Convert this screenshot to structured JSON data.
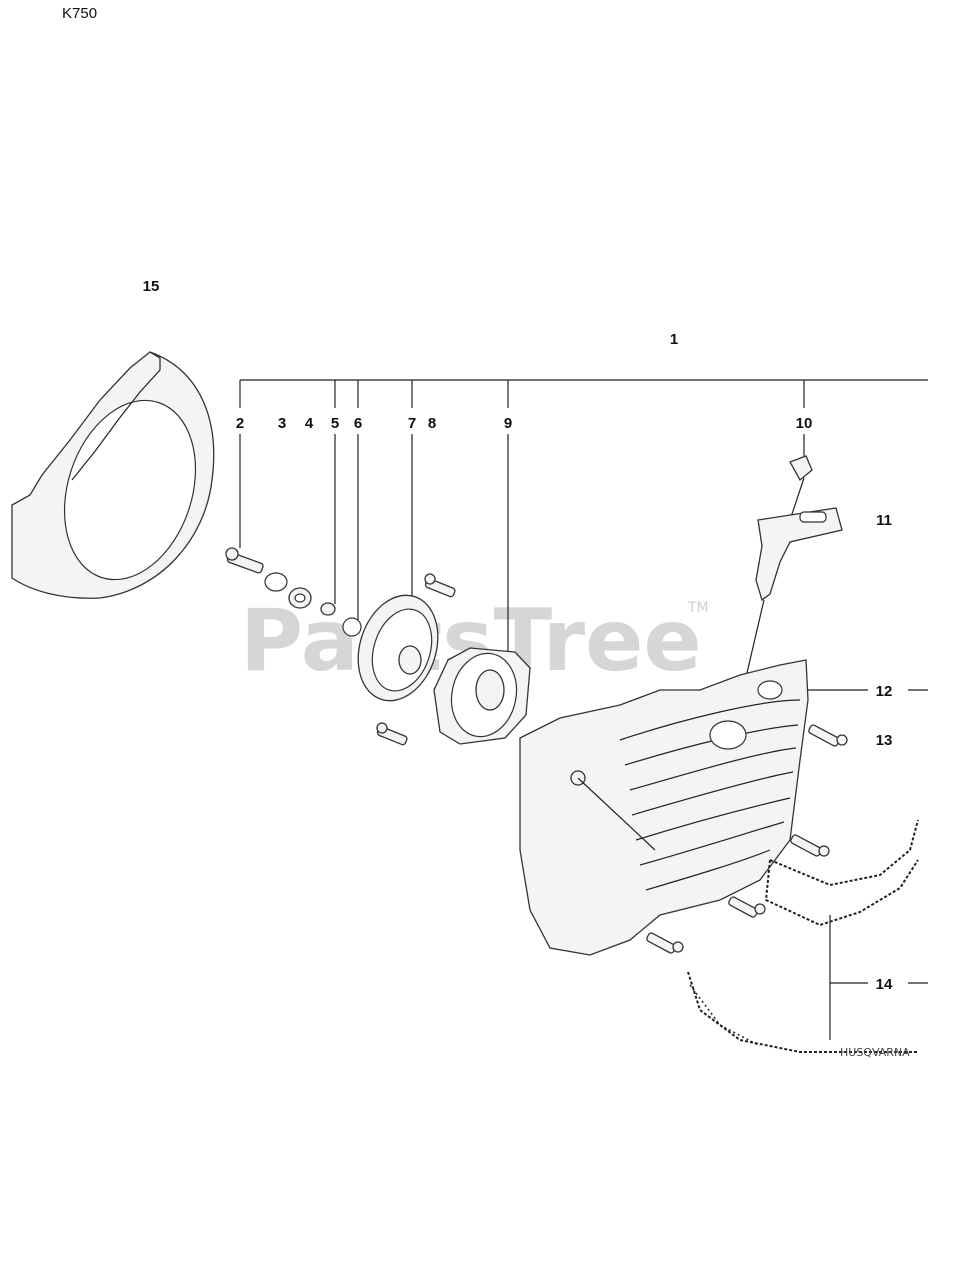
{
  "header": {
    "model": "K750"
  },
  "watermark": {
    "text": "PartsTree",
    "tm": "TM"
  },
  "brand_mark": "HUSQVARNA",
  "callouts": [
    {
      "id": "1",
      "label": "1"
    },
    {
      "id": "2",
      "label": "2"
    },
    {
      "id": "3",
      "label": "3"
    },
    {
      "id": "4",
      "label": "4"
    },
    {
      "id": "5",
      "label": "5"
    },
    {
      "id": "6",
      "label": "6"
    },
    {
      "id": "7",
      "label": "7"
    },
    {
      "id": "8",
      "label": "8"
    },
    {
      "id": "9",
      "label": "9"
    },
    {
      "id": "10",
      "label": "10"
    },
    {
      "id": "11",
      "label": "11"
    },
    {
      "id": "12",
      "label": "12"
    },
    {
      "id": "13",
      "label": "13"
    },
    {
      "id": "14",
      "label": "14"
    },
    {
      "id": "15",
      "label": "15"
    }
  ],
  "colors": {
    "line": "#222222",
    "watermark": "#d6d6d6",
    "background": "#ffffff"
  }
}
